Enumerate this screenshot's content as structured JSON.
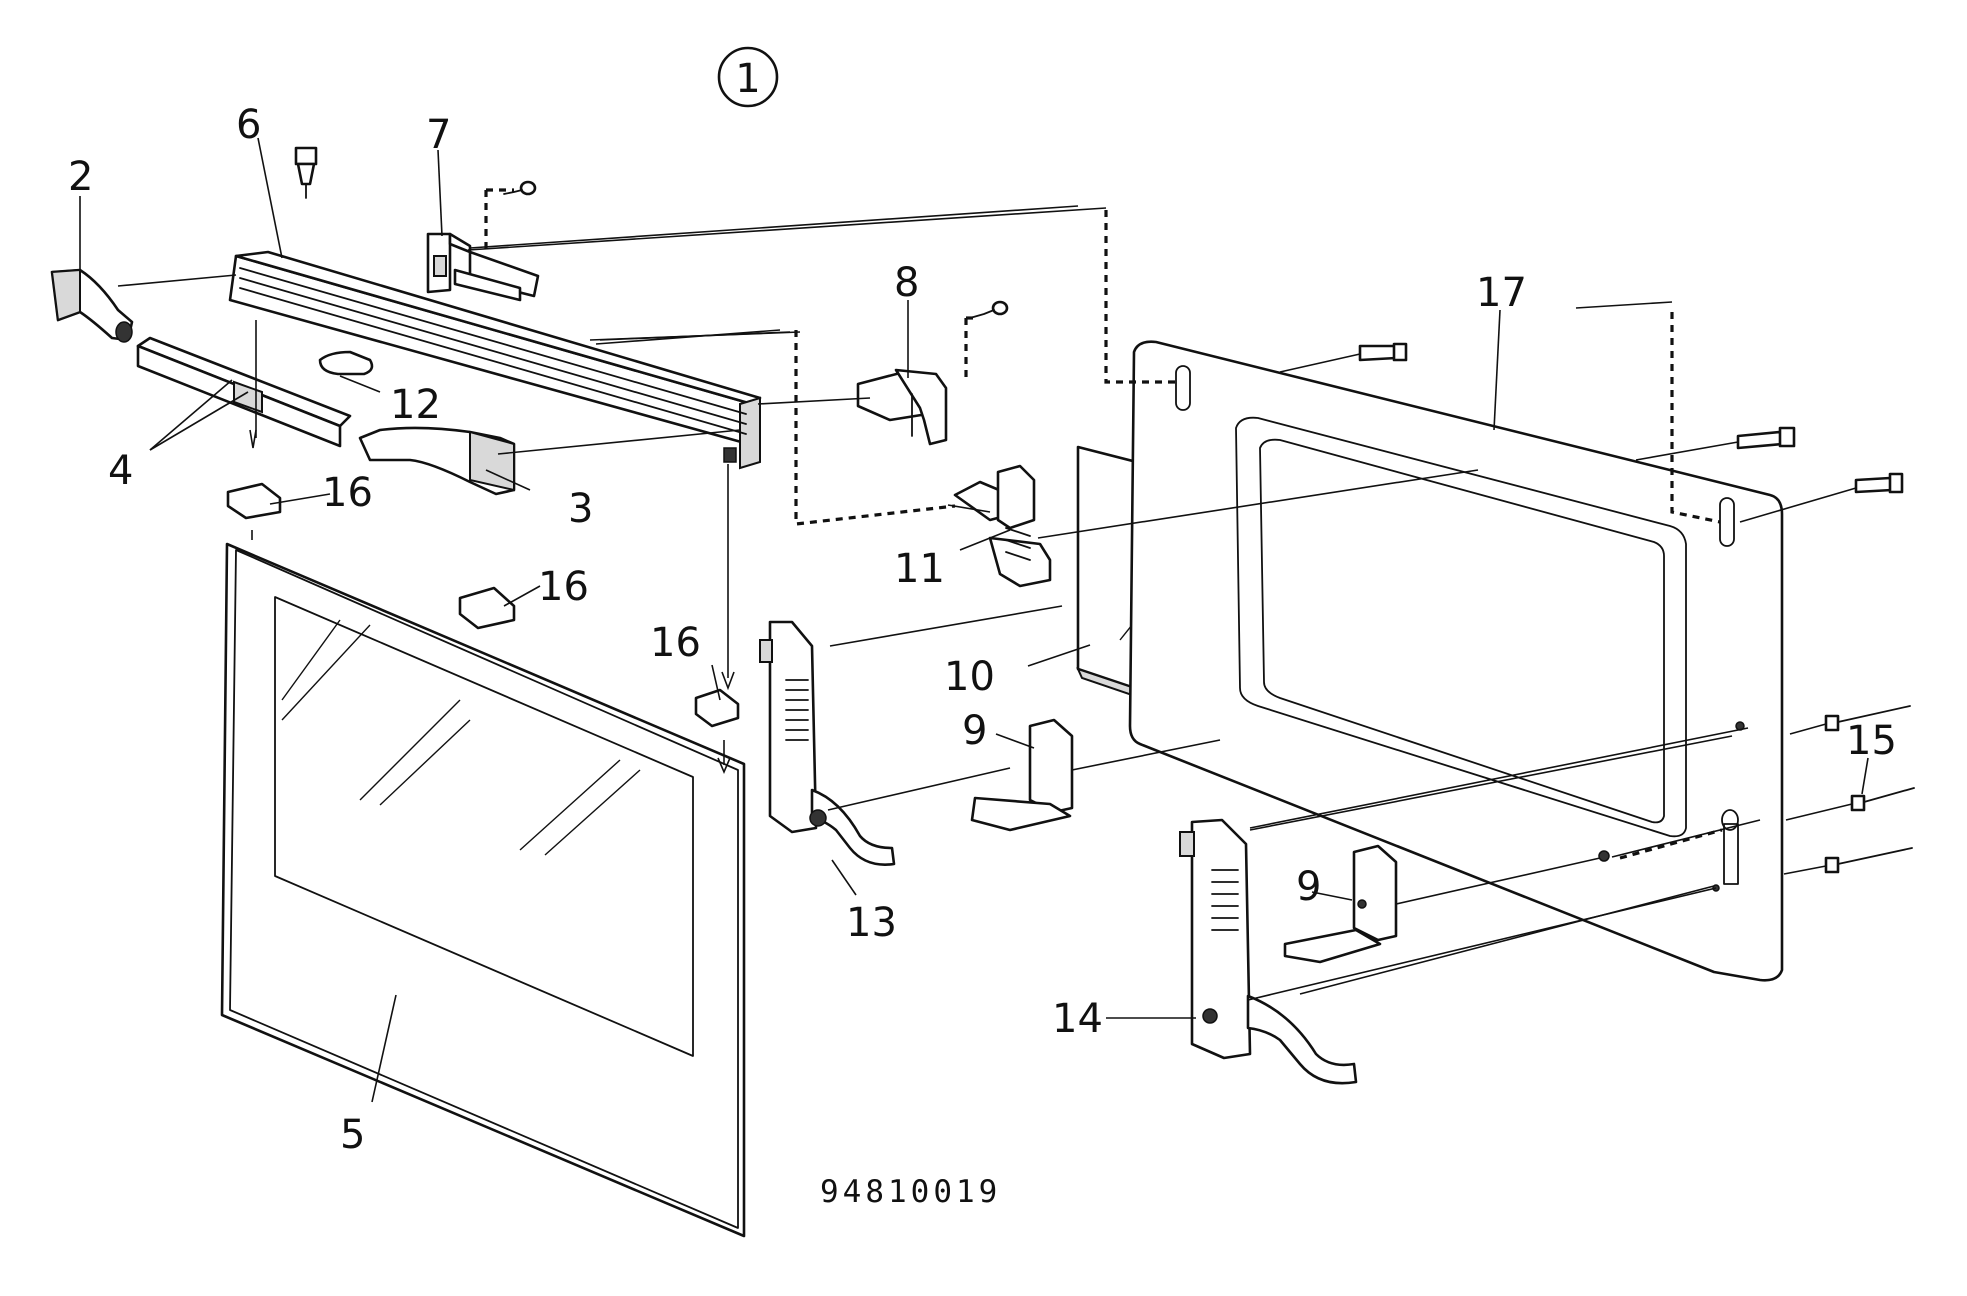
{
  "figure": {
    "number": "1",
    "code": "94810019"
  },
  "callouts": {
    "c2": "2",
    "c3": "3",
    "c4": "4",
    "c5": "5",
    "c6": "6",
    "c7": "7",
    "c8": "8",
    "c9a": "9",
    "c9b": "9",
    "c10": "10",
    "c11": "11",
    "c12": "12",
    "c13": "13",
    "c14": "14",
    "c15": "15",
    "c16a": "16",
    "c16b": "16",
    "c16c": "16",
    "c17": "17"
  },
  "colors": {
    "ink": "#111111",
    "paper": "#ffffff"
  }
}
